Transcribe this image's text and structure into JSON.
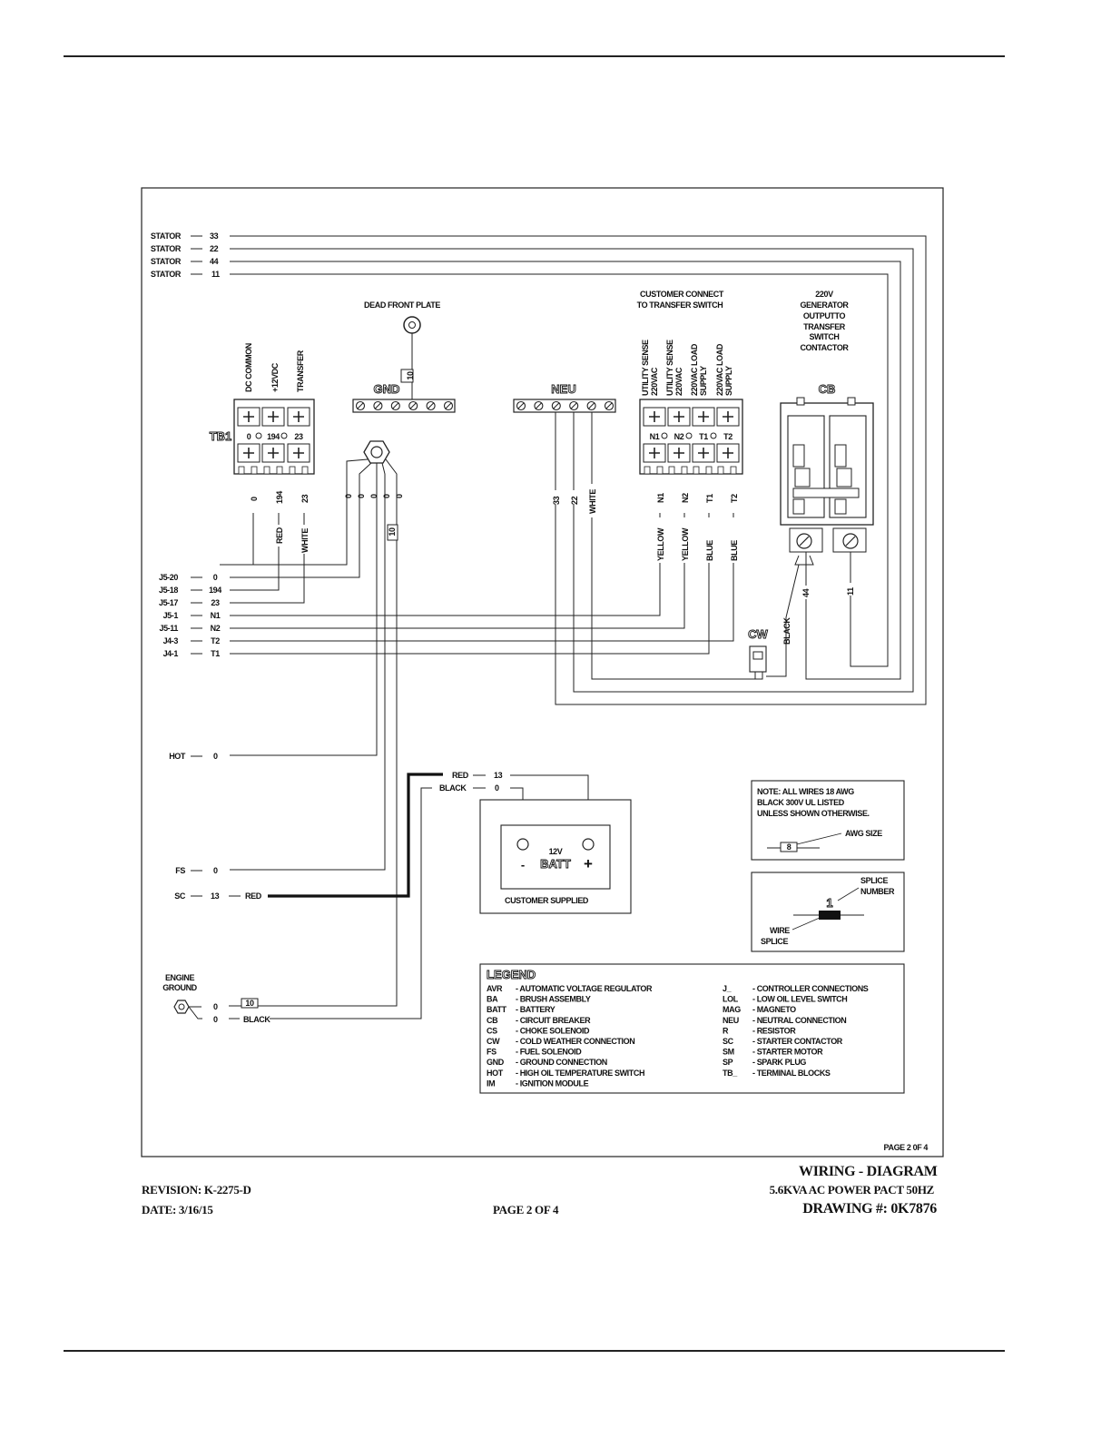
{
  "wires_left": [
    {
      "label": "STATOR",
      "num": "33"
    },
    {
      "label": "STATOR",
      "num": "22"
    },
    {
      "label": "STATOR",
      "num": "44"
    },
    {
      "label": "STATOR",
      "num": "11"
    }
  ],
  "connections_left": [
    {
      "label": "J5-20",
      "num": "0"
    },
    {
      "label": "J5-18",
      "num": "194"
    },
    {
      "label": "J5-17",
      "num": "23"
    },
    {
      "label": "J5-1",
      "num": "N1"
    },
    {
      "label": "J5-11",
      "num": "N2"
    },
    {
      "label": "J4-3",
      "num": "T2"
    },
    {
      "label": "J4-1",
      "num": "T1"
    }
  ],
  "hot": {
    "label": "HOT",
    "num": "0"
  },
  "fs": {
    "label": "FS",
    "num": "0"
  },
  "sc": {
    "label": "SC",
    "num": "13",
    "color": "RED"
  },
  "engine_ground": {
    "label_1": "ENGINE",
    "label_2": "GROUND",
    "num_1": "0",
    "num_2": "0",
    "awg": "10",
    "color": "BLACK"
  },
  "battery_wires": [
    {
      "color": "RED",
      "num": "13"
    },
    {
      "color": "BLACK",
      "num": "0"
    }
  ],
  "battery": {
    "voltage": "12V",
    "label": "BATT",
    "minus": "-",
    "plus": "+",
    "supplied": "CUSTOMER SUPPLIED"
  },
  "dead_front_plate": "DEAD FRONT PLATE",
  "gnd": {
    "title": "GND",
    "awg_top": "10",
    "awg_wire": "10",
    "wire_nums": [
      "0",
      "0",
      "0",
      "0",
      "0"
    ]
  },
  "neu": {
    "title": "NEU",
    "wire_nums": [
      "33",
      "22",
      "WHITE"
    ]
  },
  "tb1": {
    "title": "TB1",
    "headers": [
      "DC COMMON",
      "+12VDC",
      "TRANSFER"
    ],
    "terminals": [
      "0",
      "194",
      "23"
    ],
    "wires": [
      "0",
      "194",
      "23"
    ],
    "colors": [
      "RED",
      "WHITE"
    ]
  },
  "customer_connect": {
    "line_1": "CUSTOMER CONNECT",
    "line_2": "TO TRANSFER SWITCH"
  },
  "transfer_block": {
    "headers": [
      [
        "UTILITY SENSE",
        "220VAC"
      ],
      [
        "UTILITY SENSE",
        "220VAC"
      ],
      [
        "220VAC LOAD",
        "SUPPLY"
      ],
      [
        "220VAC LOAD",
        "SUPPLY"
      ]
    ],
    "terminals": [
      "N1",
      "N2",
      "T1",
      "T2"
    ],
    "wires": [
      "N1",
      "N2",
      "T1",
      "T2"
    ],
    "colors": [
      "YELLOW",
      "YELLOW",
      "BLUE",
      "BLUE"
    ]
  },
  "generator_output": [
    "220V",
    "GENERATOR",
    "OUTPUTTO",
    "TRANSFER",
    "SWITCH",
    "CONTACTOR"
  ],
  "cb": {
    "title": "CB",
    "wire_nums": [
      "44",
      "11"
    ],
    "wire_color": "BLACK"
  },
  "cw": {
    "title": "CW"
  },
  "note": {
    "line_1": "NOTE: ALL WIRES 18 AWG",
    "line_2": "BLACK 300V UL LISTED",
    "line_3": "UNLESS SHOWN OTHERWISE.",
    "awg_label": "AWG SIZE",
    "awg_example": "8"
  },
  "splice": {
    "number_1": "SPLICE",
    "number_2": "NUMBER",
    "wire_1": "WIRE",
    "wire_2": "SPLICE",
    "example": "1"
  },
  "legend": {
    "title": "LEGEND",
    "left": [
      {
        "abbr": "AVR",
        "desc": "- AUTOMATIC VOLTAGE REGULATOR"
      },
      {
        "abbr": "BA",
        "desc": "- BRUSH ASSEMBLY"
      },
      {
        "abbr": "BATT",
        "desc": "- BATTERY"
      },
      {
        "abbr": "CB",
        "desc": "- CIRCUIT BREAKER"
      },
      {
        "abbr": "CS",
        "desc": "- CHOKE SOLENOID"
      },
      {
        "abbr": "CW",
        "desc": "- COLD WEATHER CONNECTION"
      },
      {
        "abbr": "FS",
        "desc": "- FUEL SOLENOID"
      },
      {
        "abbr": "GND",
        "desc": "- GROUND CONNECTION"
      },
      {
        "abbr": "HOT",
        "desc": "- HIGH OIL TEMPERATURE SWITCH"
      },
      {
        "abbr": "IM",
        "desc": "- IGNITION MODULE"
      }
    ],
    "right": [
      {
        "abbr": "J_",
        "desc": "- CONTROLLER CONNECTIONS"
      },
      {
        "abbr": "LOL",
        "desc": "- LOW OIL LEVEL SWITCH"
      },
      {
        "abbr": "MAG",
        "desc": "- MAGNETO"
      },
      {
        "abbr": "NEU",
        "desc": "- NEUTRAL CONNECTION"
      },
      {
        "abbr": "R",
        "desc": "- RESISTOR"
      },
      {
        "abbr": "SC",
        "desc": "- STARTER CONTACTOR"
      },
      {
        "abbr": "SM",
        "desc": "- STARTER MOTOR"
      },
      {
        "abbr": "SP",
        "desc": "- SPARK PLUG"
      },
      {
        "abbr": "TB_",
        "desc": "- TERMINAL BLOCKS"
      }
    ]
  },
  "page_small": "PAGE 2 0F 4",
  "footer": {
    "title": "WIRING - DIAGRAM",
    "revision": "REVISION: K-2275-D",
    "product": "5.6KVA AC POWER PACT 50HZ",
    "date": "DATE: 3/16/15",
    "page": "PAGE 2 OF 4",
    "drawing": "DRAWING #: 0K7876"
  }
}
